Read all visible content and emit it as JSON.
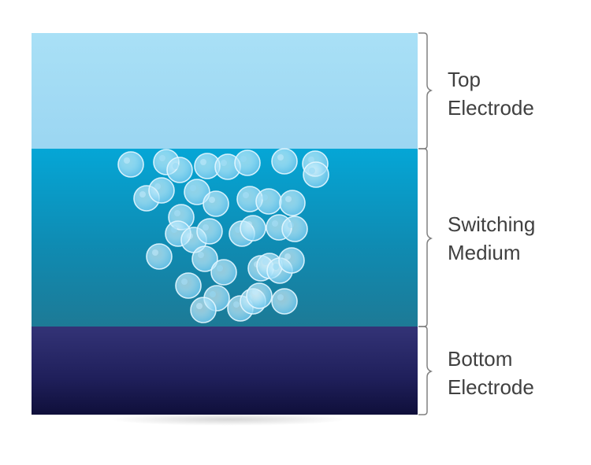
{
  "layers": [
    {
      "id": "top-electrode",
      "lines": [
        "Top",
        "Electrode"
      ],
      "color": "#a3dcf4"
    },
    {
      "id": "switching-medium",
      "lines": [
        "Switching",
        "Medium"
      ],
      "color": "#0c9cc8"
    },
    {
      "id": "bottom-electrode",
      "lines": [
        "Bottom",
        "Electrode"
      ],
      "color": "#2a2a6c"
    }
  ],
  "particle_color": "#8fd6f5",
  "bracket_color": "#808080",
  "label_color": "#404040"
}
